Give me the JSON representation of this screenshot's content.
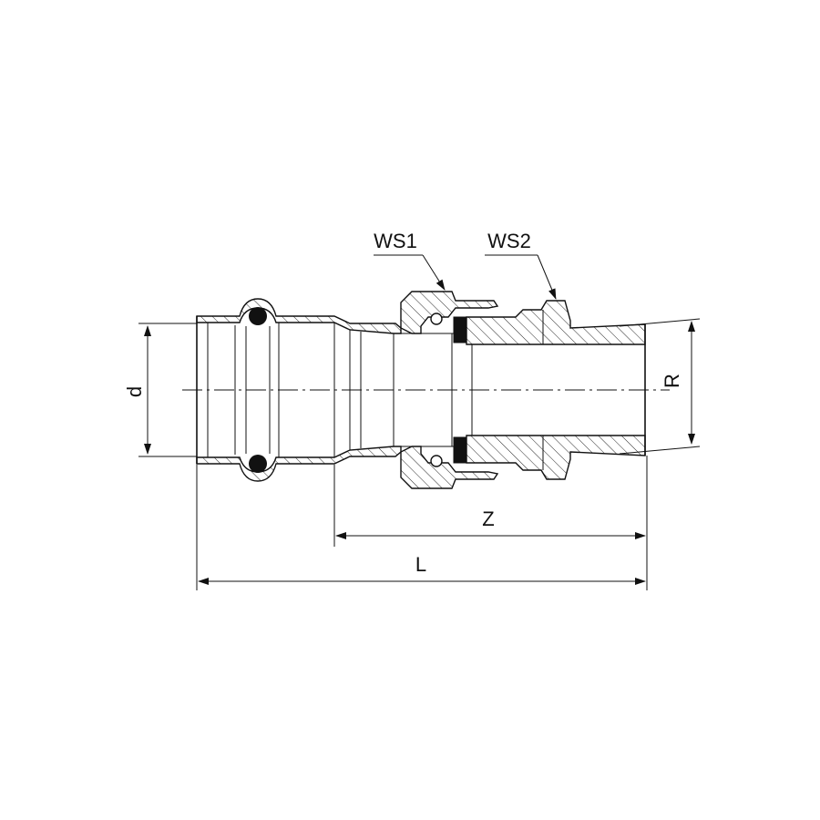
{
  "labels": {
    "ws1": "WS1",
    "ws2": "WS2",
    "d": "d",
    "r": "R",
    "z": "Z",
    "l": "L"
  },
  "colors": {
    "line": "#111111",
    "background": "#ffffff"
  }
}
